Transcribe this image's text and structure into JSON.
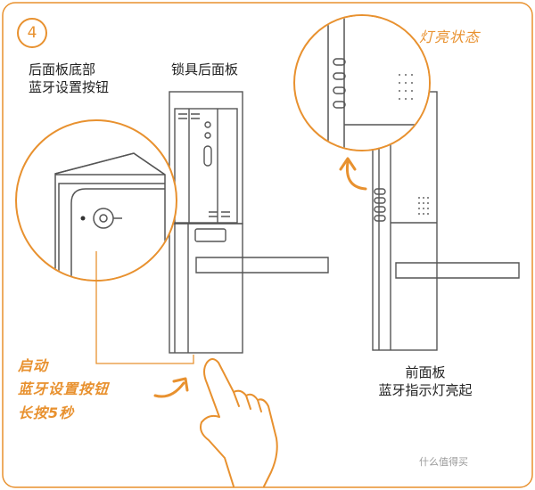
{
  "step": {
    "number": "4"
  },
  "labels": {
    "back_bottom_line1": "后面板底部",
    "back_bottom_line2": "蓝牙设置按钮",
    "back_panel": "锁具后面板",
    "led_status": "灯亮状态",
    "front_panel_line1": "前面板",
    "front_panel_line2": "蓝牙指示灯亮起",
    "start_line1": "启动",
    "start_line2": "蓝牙设置按钮",
    "start_line3": "长按5秒"
  },
  "watermark": "什么值得买",
  "colors": {
    "accent": "#e8912f",
    "outline": "#555555",
    "text": "#222222"
  }
}
